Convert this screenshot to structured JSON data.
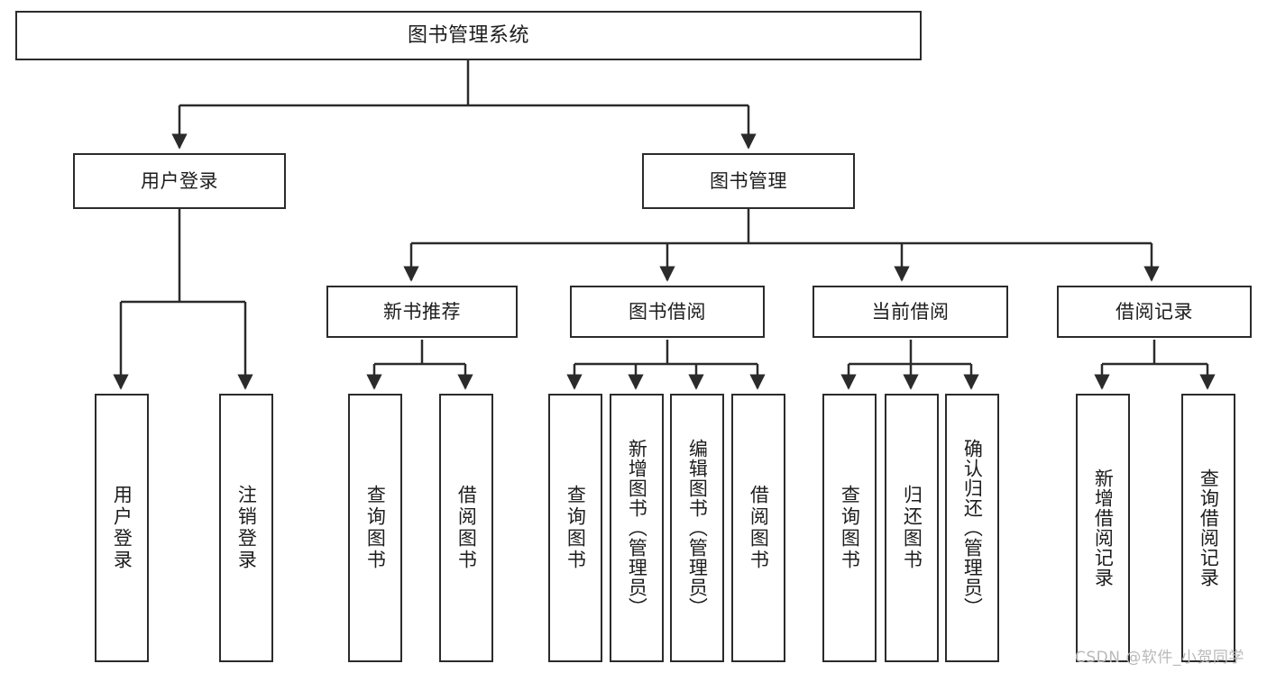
{
  "diagram": {
    "title": "图书管理系统",
    "type": "tree-hierarchy",
    "watermark": "CSDN @软件_小贺同学",
    "colors": {
      "background": "#ffffff",
      "box_border": "#2b2b2b",
      "box_fill": "#ffffff",
      "text": "#1d1d1d",
      "connector": "#2b2b2b",
      "watermark": "#b9b9b9"
    },
    "nodes": {
      "root": {
        "label": "图书管理系统"
      },
      "level2": [
        {
          "label": "用户登录"
        },
        {
          "label": "图书管理"
        }
      ],
      "level3": [
        {
          "label": "新书推荐"
        },
        {
          "label": "图书借阅"
        },
        {
          "label": "当前借阅"
        },
        {
          "label": "借阅记录"
        }
      ],
      "leaves_user_login": [
        {
          "label": "用户登录"
        },
        {
          "label": "注销登录"
        }
      ],
      "leaves_new_book": [
        {
          "label": "查询图书"
        },
        {
          "label": "借阅图书"
        }
      ],
      "leaves_borrow": [
        {
          "label": "查询图书"
        },
        {
          "label": "新增图书（管理员）"
        },
        {
          "label": "编辑图书（管理员）"
        },
        {
          "label": "借阅图书"
        }
      ],
      "leaves_current": [
        {
          "label": "查询图书"
        },
        {
          "label": "归还图书"
        },
        {
          "label": "确认归还（管理员）"
        }
      ],
      "leaves_records": [
        {
          "label": "新增借阅记录"
        },
        {
          "label": "查询借阅记录"
        }
      ]
    }
  }
}
